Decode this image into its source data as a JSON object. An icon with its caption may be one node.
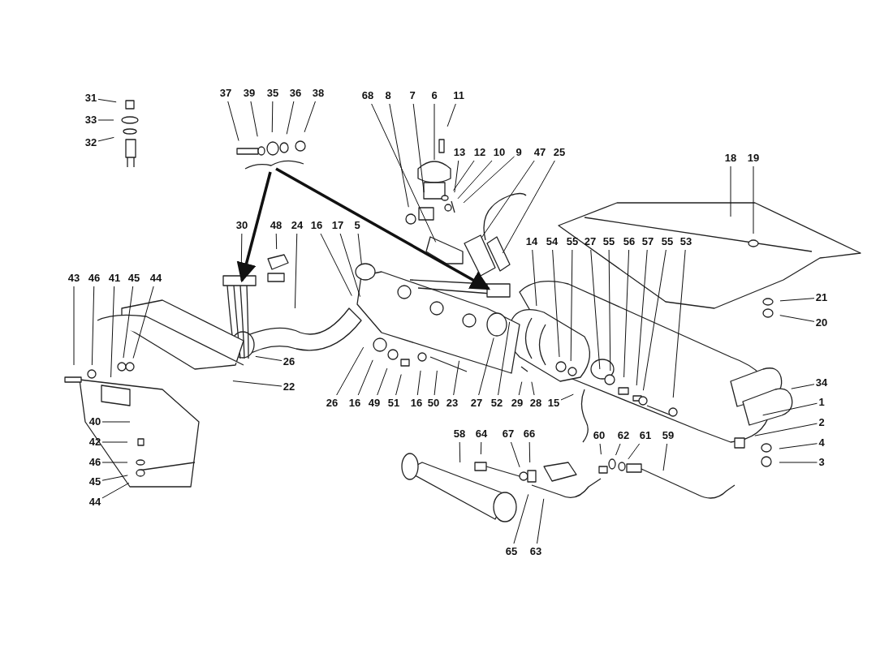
{
  "diagram": {
    "nodes": [
      {
        "text": [
          "31"
        ]
      },
      {
        "text": [
          "33"
        ]
      },
      {
        "text": [
          "32"
        ]
      },
      {
        "text": [
          "37"
        ]
      },
      {
        "text": [
          "39"
        ]
      },
      {
        "text": [
          "35"
        ]
      },
      {
        "text": [
          "36"
        ]
      },
      {
        "text": [
          "38"
        ]
      },
      {
        "text": [
          "68"
        ]
      },
      {
        "text": [
          "8"
        ]
      },
      {
        "text": [
          "7"
        ]
      },
      {
        "text": [
          "6"
        ]
      },
      {
        "text": [
          "11"
        ]
      },
      {
        "text": [
          "13"
        ]
      },
      {
        "text": [
          "12"
        ]
      },
      {
        "text": [
          "10"
        ]
      },
      {
        "text": [
          "9"
        ]
      },
      {
        "text": [
          "47"
        ]
      },
      {
        "text": [
          "25"
        ]
      },
      {
        "text": [
          "18"
        ]
      },
      {
        "text": [
          "19"
        ]
      },
      {
        "text": [
          "30"
        ]
      },
      {
        "text": [
          "48"
        ]
      },
      {
        "text": [
          "24"
        ]
      },
      {
        "text": [
          "16"
        ]
      },
      {
        "text": [
          "17"
        ]
      },
      {
        "text": [
          "5"
        ]
      },
      {
        "text": [
          "14"
        ]
      },
      {
        "text": [
          "54"
        ]
      },
      {
        "text": [
          "55"
        ]
      },
      {
        "text": [
          "27"
        ]
      },
      {
        "text": [
          "55"
        ]
      },
      {
        "text": [
          "56"
        ]
      },
      {
        "text": [
          "57"
        ]
      },
      {
        "text": [
          "55"
        ]
      },
      {
        "text": [
          "53"
        ]
      },
      {
        "text": [
          "43"
        ]
      },
      {
        "text": [
          "46"
        ]
      },
      {
        "text": [
          "41"
        ]
      },
      {
        "text": [
          "45"
        ]
      },
      {
        "text": [
          "44"
        ]
      },
      {
        "text": [
          "21"
        ]
      },
      {
        "text": [
          "20"
        ]
      },
      {
        "text": [
          "26"
        ]
      },
      {
        "text": [
          "22"
        ]
      },
      {
        "text": [
          "26"
        ]
      },
      {
        "text": [
          "16"
        ]
      },
      {
        "text": [
          "49"
        ]
      },
      {
        "text": [
          "51"
        ]
      },
      {
        "text": [
          "16"
        ]
      },
      {
        "text": [
          "50"
        ]
      },
      {
        "text": [
          "23"
        ]
      },
      {
        "text": [
          "27"
        ]
      },
      {
        "text": [
          "52"
        ]
      },
      {
        "text": [
          "29"
        ]
      },
      {
        "text": [
          "28"
        ]
      },
      {
        "text": [
          "15"
        ]
      },
      {
        "text": [
          "34"
        ]
      },
      {
        "text": [
          "1"
        ]
      },
      {
        "text": [
          "2"
        ]
      },
      {
        "text": [
          "4"
        ]
      },
      {
        "text": [
          "3"
        ]
      },
      {
        "text": [
          "40"
        ]
      },
      {
        "text": [
          "42"
        ]
      },
      {
        "text": [
          "46"
        ]
      },
      {
        "text": [
          "45"
        ]
      },
      {
        "text": [
          "44"
        ]
      },
      {
        "text": [
          "58"
        ]
      },
      {
        "text": [
          "64"
        ]
      },
      {
        "text": [
          "67"
        ]
      },
      {
        "text": [
          "66"
        ]
      },
      {
        "text": [
          "60"
        ]
      },
      {
        "text": [
          "62"
        ]
      },
      {
        "text": [
          "61"
        ]
      },
      {
        "text": [
          "59"
        ]
      },
      {
        "text": [
          "65"
        ]
      },
      {
        "text": [
          "63"
        ]
      }
    ],
    "edges": [
      {
        "from": 0,
        "to": null,
        "arrow": "none"
      },
      {
        "from": 1,
        "to": null,
        "arrow": "none"
      },
      {
        "from": 2,
        "to": null,
        "arrow": "none"
      },
      {
        "from": 3,
        "to": null,
        "arrow": "none"
      },
      {
        "from": 4,
        "to": null,
        "arrow": "none"
      },
      {
        "from": 5,
        "to": null,
        "arrow": "none"
      },
      {
        "from": 6,
        "to": null,
        "arrow": "none"
      },
      {
        "from": 7,
        "to": null,
        "arrow": "none"
      },
      {
        "from": 8,
        "to": null,
        "arrow": "none"
      },
      {
        "from": 9,
        "to": null,
        "arrow": "none"
      },
      {
        "from": 10,
        "to": null,
        "arrow": "none"
      },
      {
        "from": 11,
        "to": null,
        "arrow": "none"
      },
      {
        "from": 12,
        "to": null,
        "arrow": "none"
      },
      {
        "from": 13,
        "to": null,
        "arrow": "none"
      },
      {
        "from": 14,
        "to": null,
        "arrow": "none"
      },
      {
        "from": 15,
        "to": null,
        "arrow": "none"
      },
      {
        "from": 16,
        "to": null,
        "arrow": "none"
      },
      {
        "from": 17,
        "to": null,
        "arrow": "none"
      },
      {
        "from": 18,
        "to": null,
        "arrow": "none"
      },
      {
        "from": 19,
        "to": null,
        "arrow": "none"
      },
      {
        "from": 20,
        "to": null,
        "arrow": "none"
      },
      {
        "from": 21,
        "to": null,
        "arrow": "none"
      },
      {
        "from": 22,
        "to": null,
        "arrow": "none"
      },
      {
        "from": 23,
        "to": null,
        "arrow": "none"
      },
      {
        "from": 24,
        "to": null,
        "arrow": "none"
      },
      {
        "from": 25,
        "to": null,
        "arrow": "none"
      },
      {
        "from": 26,
        "to": null,
        "arrow": "none"
      },
      {
        "from": 27,
        "to": null,
        "arrow": "none"
      },
      {
        "from": 28,
        "to": null,
        "arrow": "none"
      },
      {
        "from": 29,
        "to": null,
        "arrow": "none"
      },
      {
        "from": 30,
        "to": null,
        "arrow": "none"
      },
      {
        "from": 31,
        "to": null,
        "arrow": "none"
      },
      {
        "from": 32,
        "to": null,
        "arrow": "none"
      },
      {
        "from": 33,
        "to": null,
        "arrow": "none"
      },
      {
        "from": 34,
        "to": null,
        "arrow": "none"
      },
      {
        "from": 35,
        "to": null,
        "arrow": "none"
      },
      {
        "from": 36,
        "to": null,
        "arrow": "none"
      },
      {
        "from": 37,
        "to": null,
        "arrow": "none"
      },
      {
        "from": 38,
        "to": null,
        "arrow": "none"
      },
      {
        "from": 39,
        "to": null,
        "arrow": "none"
      },
      {
        "from": 40,
        "to": null,
        "arrow": "none"
      },
      {
        "from": 41,
        "to": null,
        "arrow": "none"
      },
      {
        "from": 42,
        "to": null,
        "arrow": "none"
      },
      {
        "from": 43,
        "to": null,
        "arrow": "none"
      },
      {
        "from": 44,
        "to": null,
        "arrow": "none"
      },
      {
        "from": 45,
        "to": null,
        "arrow": "none"
      },
      {
        "from": 46,
        "to": null,
        "arrow": "none"
      },
      {
        "from": 47,
        "to": null,
        "arrow": "none"
      },
      {
        "from": 48,
        "to": null,
        "arrow": "none"
      },
      {
        "from": 49,
        "to": null,
        "arrow": "none"
      },
      {
        "from": 50,
        "to": null,
        "arrow": "none"
      },
      {
        "from": 51,
        "to": null,
        "arrow": "none"
      },
      {
        "from": 52,
        "to": null,
        "arrow": "none"
      },
      {
        "from": 53,
        "to": null,
        "arrow": "none"
      },
      {
        "from": 54,
        "to": null,
        "arrow": "none"
      },
      {
        "from": 55,
        "to": null,
        "arrow": "none"
      },
      {
        "from": 56,
        "to": null,
        "arrow": "none"
      },
      {
        "from": 57,
        "to": null,
        "arrow": "none"
      },
      {
        "from": 58,
        "to": null,
        "arrow": "none"
      },
      {
        "from": 59,
        "to": null,
        "arrow": "none"
      },
      {
        "from": 60,
        "to": null,
        "arrow": "none"
      },
      {
        "from": 61,
        "to": null,
        "arrow": "none"
      },
      {
        "from": 62,
        "to": null,
        "arrow": "none"
      },
      {
        "from": 63,
        "to": null,
        "arrow": "none"
      },
      {
        "from": 64,
        "to": null,
        "arrow": "none"
      },
      {
        "from": 65,
        "to": null,
        "arrow": "none"
      },
      {
        "from": 66,
        "to": null,
        "arrow": "none"
      },
      {
        "from": 67,
        "to": null,
        "arrow": "none"
      },
      {
        "from": 68,
        "to": null,
        "arrow": "none"
      },
      {
        "from": 69,
        "to": null,
        "arrow": "none"
      },
      {
        "from": 70,
        "to": null,
        "arrow": "none"
      },
      {
        "from": 71,
        "to": null,
        "arrow": "none"
      },
      {
        "from": 72,
        "to": null,
        "arrow": "none"
      },
      {
        "from": 73,
        "to": null,
        "arrow": "none"
      },
      {
        "from": 74,
        "to": null,
        "arrow": "none"
      },
      {
        "from": 75,
        "to": null,
        "arrow": "none"
      },
      {
        "from": 76,
        "to": null,
        "arrow": "none"
      }
    ]
  }
}
